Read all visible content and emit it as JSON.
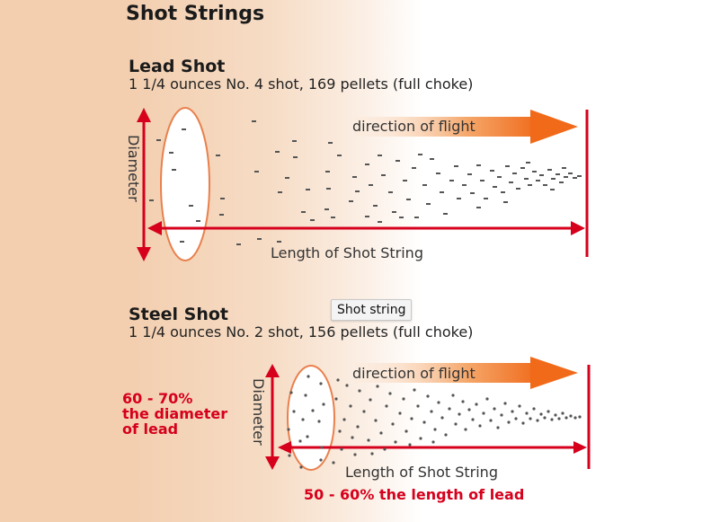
{
  "title": "Shot Strings",
  "colors": {
    "arrow_red": "#d6001c",
    "direction_arrow_orange": "#f07a2a",
    "background_peach": "#f3cfb0",
    "ellipse_stroke": "#e9804d",
    "pellet": "#555555"
  },
  "lead": {
    "heading": "Lead Shot",
    "subtitle": "1 1/4 ounces No. 4 shot, 169 pellets (full choke)",
    "direction_label": "direction of flight",
    "diameter_label": "Diameter",
    "length_label": "Length of Shot String"
  },
  "steel": {
    "heading": "Steel Shot",
    "subtitle": "1 1/4 ounces No. 2 shot, 156 pellets (full choke)",
    "direction_label": "direction of flight",
    "diameter_label": "Diameter",
    "length_label": "Length of Shot String",
    "diameter_note": [
      "60 - 70%",
      "the diameter",
      "of lead"
    ],
    "length_note": "50 - 60% the length of lead"
  },
  "tooltip": "Shot string",
  "icons": {
    "direction_arrow": "arrow-right-icon",
    "diameter_arrow": "double-arrow-vertical-icon",
    "length_arrow": "double-arrow-horizontal-icon"
  }
}
